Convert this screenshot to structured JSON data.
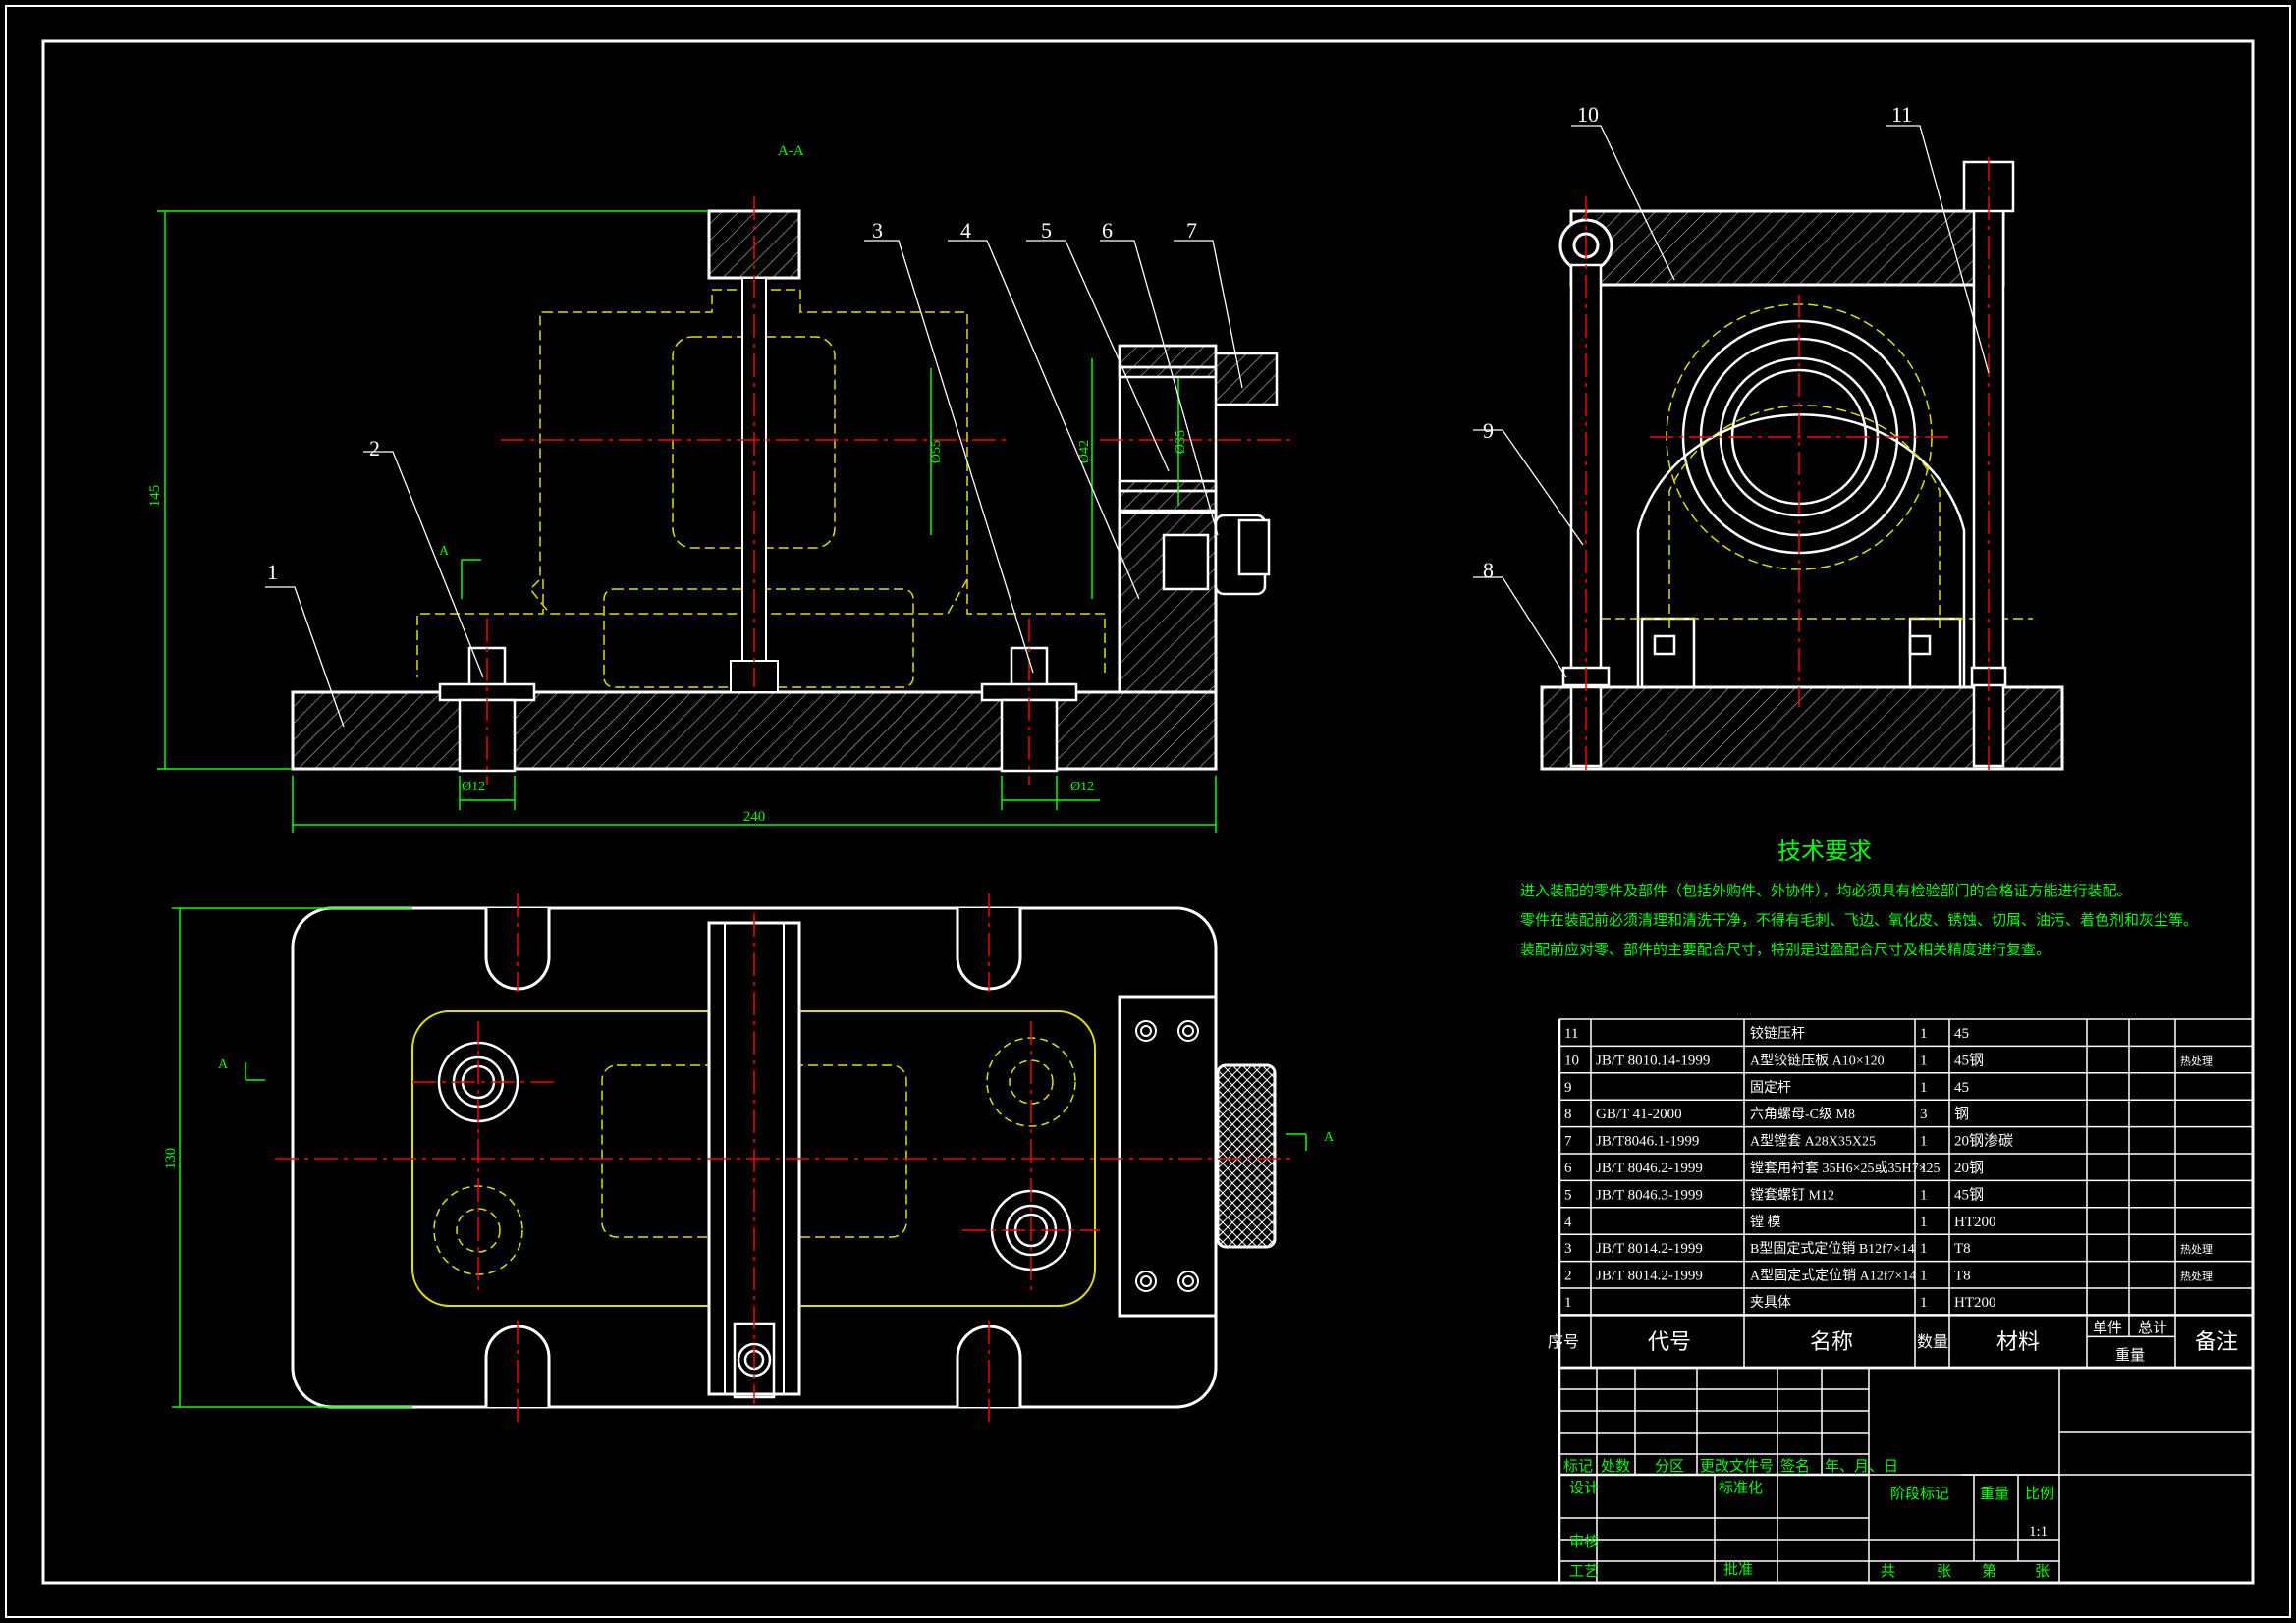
{
  "colors": {
    "background": "#000000",
    "outline": "#ffffff",
    "dimension": "#00ff00",
    "center": "#ff0000",
    "hidden": "#ffff00",
    "hatch": "#c0c0c0",
    "text": "#ffffff",
    "tech_text": "#00ff00",
    "accent": "#a040ff"
  },
  "section_label": "A-A",
  "dimensions": {
    "height": "145",
    "length": "240",
    "width": "130",
    "pin_left": "Ø12",
    "pin_right": "Ø12",
    "bore": "Ø55",
    "bushing_outer": "Ø42",
    "bushing_inner": "Ø35"
  },
  "section_marks": {
    "a_top": "A",
    "a_left": "A",
    "a_right": "A"
  },
  "balloons": {
    "b1": "1",
    "b2": "2",
    "b3": "3",
    "b4": "4",
    "b5": "5",
    "b6": "6",
    "b7": "7",
    "b8": "8",
    "b9": "9",
    "b10": "10",
    "b11": "11"
  },
  "tech_requirements": {
    "title": "技术要求",
    "lines": [
      "进入装配的零件及部件（包括外购件、外协件），均必须具有检验部门的合格证方能进行装配。",
      "零件在装配前必须清理和清洗干净，不得有毛刺、飞边、氧化皮、锈蚀、切屑、油污、着色剂和灰尘等。",
      "装配前应对零、部件的主要配合尺寸，特别是过盈配合尺寸及相关精度进行复查。"
    ]
  },
  "bom": {
    "rows": [
      {
        "no": "11",
        "code": "",
        "name": "铰链压杆",
        "qty": "1",
        "mat": "45",
        "note": ""
      },
      {
        "no": "10",
        "code": "JB/T 8010.14-1999",
        "name": "A型铰链压板 A10×120",
        "qty": "1",
        "mat": "45钢",
        "note": "热处理"
      },
      {
        "no": "9",
        "code": "",
        "name": "固定杆",
        "qty": "1",
        "mat": "45",
        "note": ""
      },
      {
        "no": "8",
        "code": "GB/T 41-2000",
        "name": "六角螺母-C级 M8",
        "qty": "3",
        "mat": "钢",
        "note": ""
      },
      {
        "no": "7",
        "code": "JB/T8046.1-1999",
        "name": "A型镗套 A28X35X25",
        "qty": "1",
        "mat": "20钢渗碳",
        "note": ""
      },
      {
        "no": "6",
        "code": "JB/T 8046.2-1999",
        "name": "镗套用衬套 35H6×25或35H7×25",
        "qty": "1",
        "mat": "20钢",
        "note": ""
      },
      {
        "no": "5",
        "code": "JB/T 8046.3-1999",
        "name": "镗套螺钉 M12",
        "qty": "1",
        "mat": "45钢",
        "note": ""
      },
      {
        "no": "4",
        "code": "",
        "name": "镗 模",
        "qty": "1",
        "mat": "HT200",
        "note": ""
      },
      {
        "no": "3",
        "code": "JB/T 8014.2-1999",
        "name": "B型固定式定位销 B12f7×14",
        "qty": "1",
        "mat": "T8",
        "note": "热处理"
      },
      {
        "no": "2",
        "code": "JB/T 8014.2-1999",
        "name": "A型固定式定位销 A12f7×14",
        "qty": "1",
        "mat": "T8",
        "note": "热处理"
      },
      {
        "no": "1",
        "code": "",
        "name": "夹具体",
        "qty": "1",
        "mat": "HT200",
        "note": ""
      }
    ],
    "header": {
      "no": "序号",
      "code": "代号",
      "name": "名称",
      "qty": "数量",
      "mat": "材料",
      "unit": "单件",
      "total": "总计",
      "weight": "重量",
      "note": "备注"
    }
  },
  "title_block": {
    "mark": "标记",
    "count": "处数",
    "zone": "分区",
    "doc": "更改文件号",
    "sign": "签名",
    "date": "年、月、日",
    "design": "设计",
    "standard": "标准化",
    "review": "审核",
    "process": "工艺",
    "approve": "批准",
    "stage": "阶段标记",
    "weight": "重量",
    "scale": "比例",
    "scale_value": "1:1",
    "total_sheets": "共",
    "sheets": "张",
    "sheet_no": "第",
    "sheet": "张"
  }
}
